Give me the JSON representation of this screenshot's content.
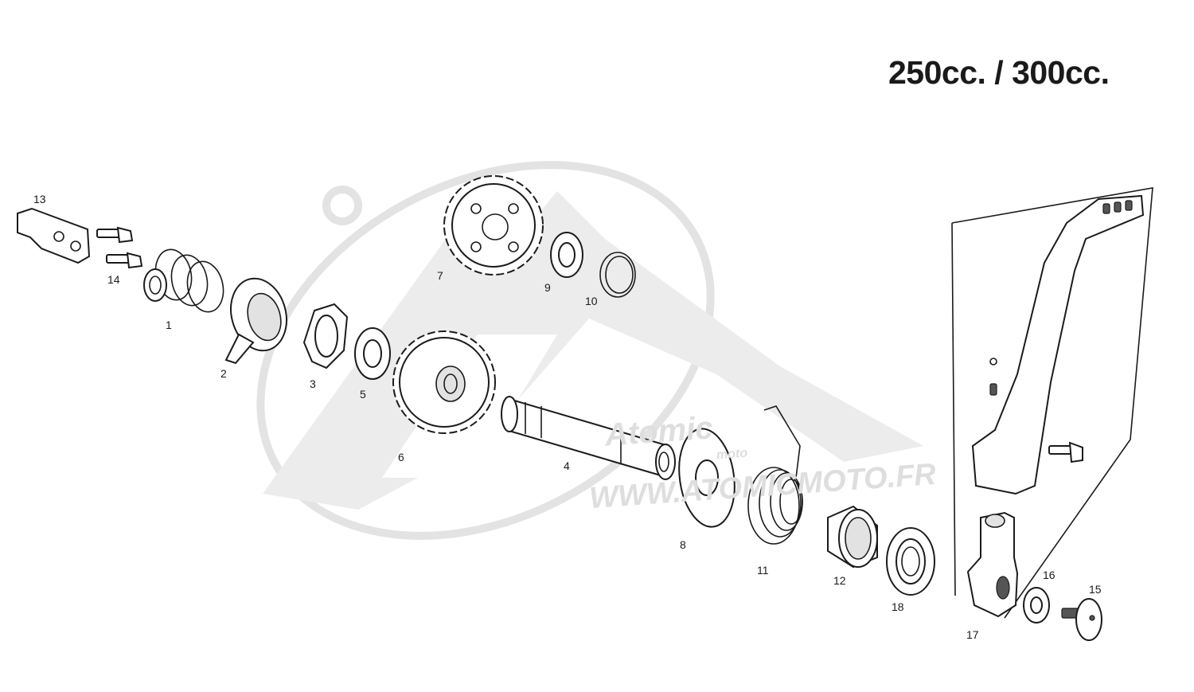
{
  "title": "250cc. / 300cc.",
  "watermark": {
    "brand": "Atomic",
    "sub": "moto",
    "url": "WWW.ATOMICMOTO.FR"
  },
  "callouts": [
    {
      "id": "13",
      "label": "13"
    },
    {
      "id": "14",
      "label": "14"
    },
    {
      "id": "1",
      "label": "1"
    },
    {
      "id": "2",
      "label": "2"
    },
    {
      "id": "3",
      "label": "3"
    },
    {
      "id": "5",
      "label": "5"
    },
    {
      "id": "6",
      "label": "6"
    },
    {
      "id": "7",
      "label": "7"
    },
    {
      "id": "9",
      "label": "9"
    },
    {
      "id": "10",
      "label": "10"
    },
    {
      "id": "4",
      "label": "4"
    },
    {
      "id": "8",
      "label": "8"
    },
    {
      "id": "11",
      "label": "11"
    },
    {
      "id": "12",
      "label": "12"
    },
    {
      "id": "18",
      "label": "18"
    },
    {
      "id": "17",
      "label": "17"
    },
    {
      "id": "16",
      "label": "16"
    },
    {
      "id": "15",
      "label": "15"
    }
  ]
}
